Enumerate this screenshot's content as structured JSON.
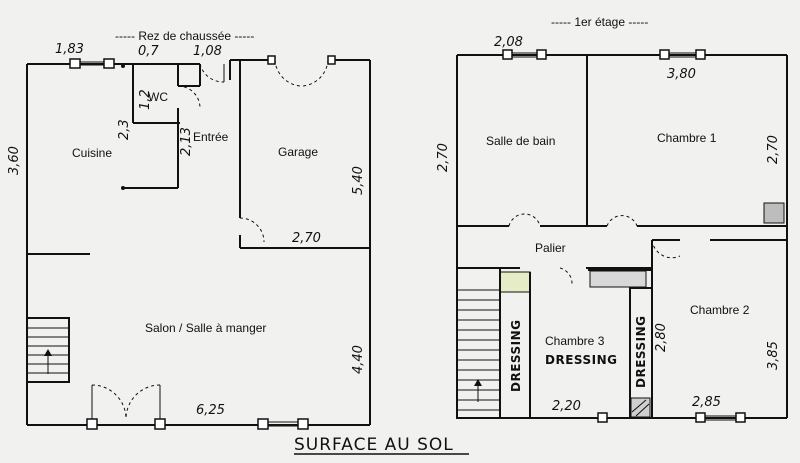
{
  "ground_floor": {
    "heading": "----- Rez de chaussée -----",
    "rooms": {
      "cuisine": "Cuisine",
      "wc": "WC",
      "entree": "Entrée",
      "garage": "Garage",
      "salon": "Salon / Salle à manger"
    },
    "dims": {
      "d183": "1,83",
      "d07": "0,7",
      "d108": "1,08",
      "d360": "3,60",
      "d23": "2,3",
      "d12": "1,2",
      "d213": "2,13",
      "d540": "5,40",
      "d270": "2,70",
      "d440": "4,40",
      "d625": "6,25"
    }
  },
  "first_floor": {
    "heading": "----- 1er étage -----",
    "rooms": {
      "sdb": "Salle de bain",
      "ch1": "Chambre 1",
      "palier": "Palier",
      "ch2": "Chambre 2",
      "ch3": "Chambre 3",
      "dressing_main": "DRESSING",
      "dressing_left": "DRESSING",
      "dressing_right": "DRESSING"
    },
    "dims": {
      "d208": "2,08",
      "d380": "3,80",
      "d270a": "2,70",
      "d270b": "2,70",
      "d280": "2,80",
      "d385": "3,85",
      "d220": "2,20",
      "d285": "2,85"
    }
  },
  "footer_title": "SURFACE AU SOL"
}
